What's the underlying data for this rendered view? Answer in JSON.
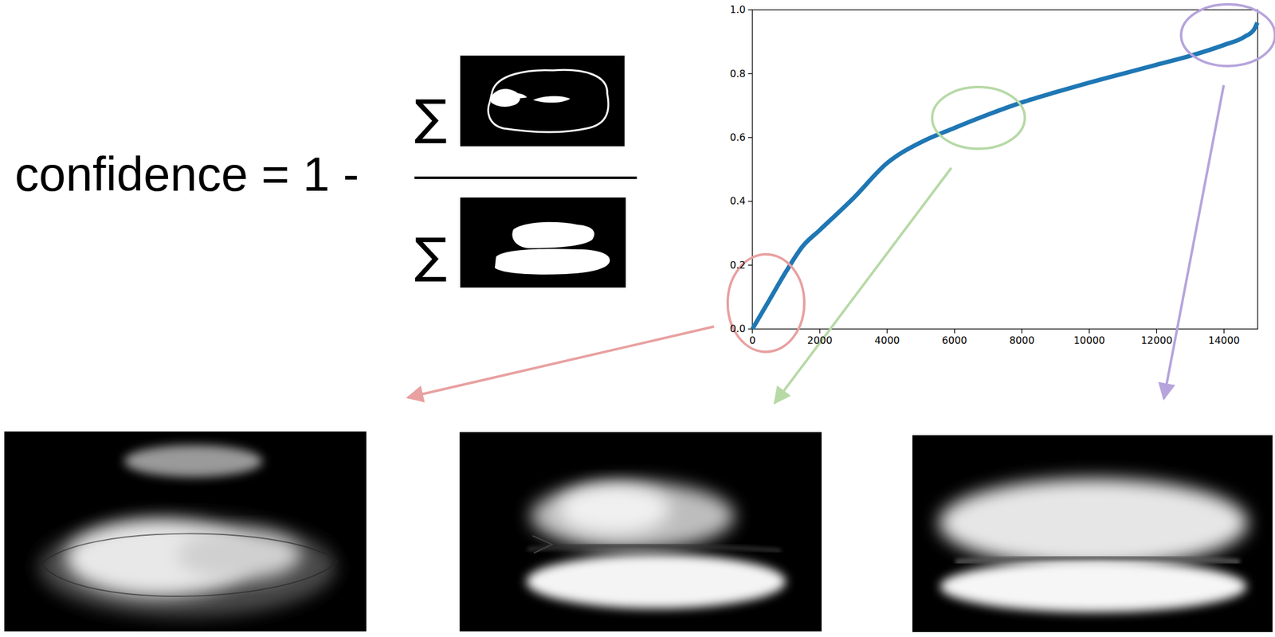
{
  "diagram": {
    "labels": [
      "confidence = 1 -",
      "∑",
      "∑",
      "0.0",
      "0.2",
      "0.4",
      "0.6",
      "0.8",
      "1.0",
      "0",
      "2000",
      "4000",
      "6000",
      "8000",
      "10000",
      "12000",
      "14000"
    ]
  }
}
